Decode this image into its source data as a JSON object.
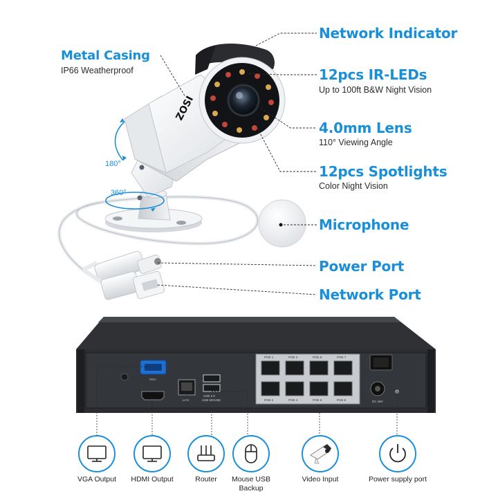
{
  "colors": {
    "accent": "#1a8fd9",
    "leader": "#2a2a2a",
    "icon_circle": "#1a8fd9",
    "nvr_body": "#2b2d30",
    "nvr_top": "#3a3c40"
  },
  "camera": {
    "brand": "ZOSI",
    "rotate_tilt": "180°",
    "rotate_pan": "360°"
  },
  "callouts": {
    "metal_casing": {
      "title": "Metal Casing",
      "sub": "IP66 Weatherproof"
    },
    "network_indicator": {
      "title": "Network Indicator"
    },
    "ir_leds": {
      "title": "12pcs IR-LEDs",
      "sub": "Up to 100ft B&W Night Vision"
    },
    "lens": {
      "title": "4.0mm Lens",
      "sub": "110° Viewing Angle"
    },
    "spotlights": {
      "title": "12pcs Spotlights",
      "sub": "Color Night Vision"
    },
    "microphone": {
      "title": "Microphone"
    },
    "power_port": {
      "title": "Power Port"
    },
    "network_port": {
      "title": "Network Port"
    }
  },
  "nvr": {
    "vga_label": "VGA",
    "lan_label": "LAN",
    "usb_label_1": "USB 2.0",
    "usb_label_2": "USB MOUSE",
    "dc_label": "DC 48V",
    "poe_top": [
      "POE 1",
      "POE 3",
      "POE 5",
      "POE 7"
    ],
    "poe_bottom": [
      "POE 2",
      "POE 4",
      "POE 6",
      "POE 8"
    ]
  },
  "ports": [
    {
      "icon": "monitor-icon",
      "label": "VGA Output"
    },
    {
      "icon": "monitor-icon",
      "label": "HDMI Output"
    },
    {
      "icon": "router-icon",
      "label": "Router"
    },
    {
      "icon": "mouse-icon",
      "label": "Mouse USB Backup"
    },
    {
      "icon": "camera-icon",
      "label": "Video Input"
    },
    {
      "icon": "power-icon",
      "label": "Power supply port"
    }
  ]
}
